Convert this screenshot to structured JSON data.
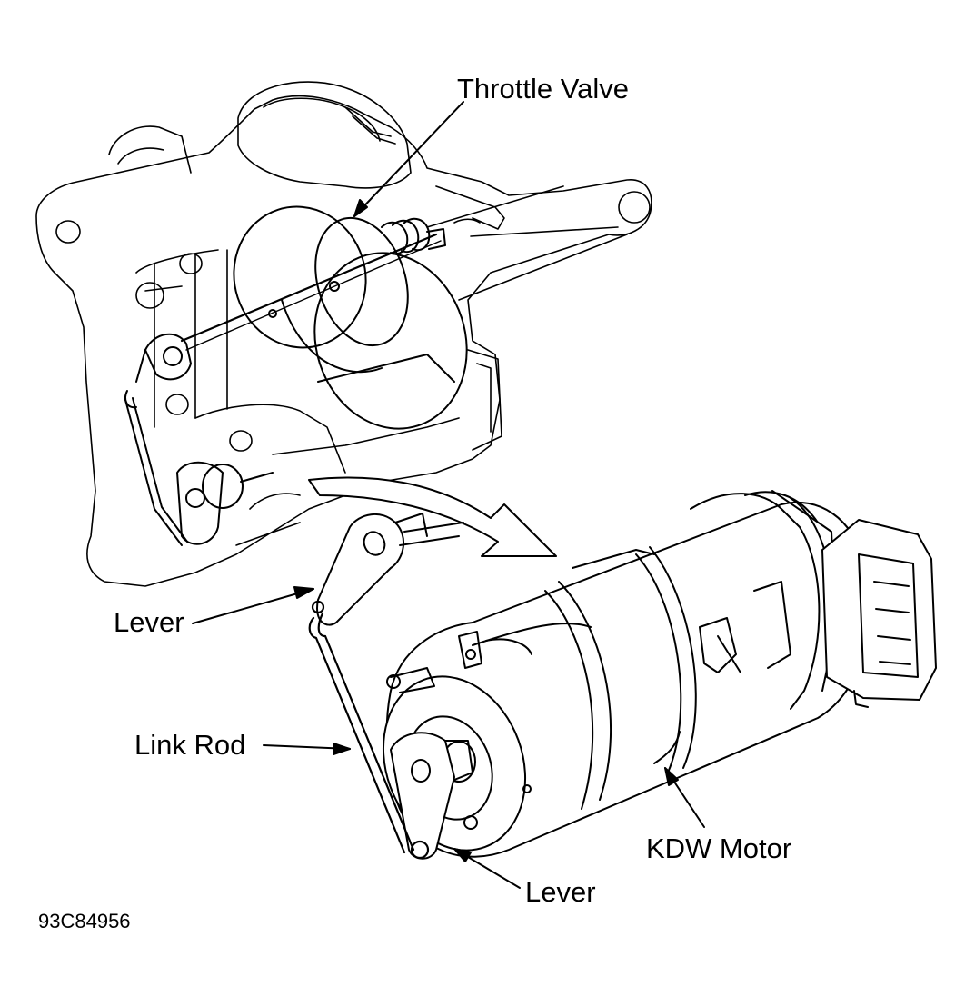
{
  "diagram": {
    "labels": {
      "throttle_valve": "Throttle Valve",
      "lever_top": "Lever",
      "link_rod": "Link Rod",
      "kdw_motor": "KDW Motor",
      "lever_bottom": "Lever"
    },
    "figure_id": "93C84956",
    "colors": {
      "line": "#000000",
      "background": "#ffffff"
    }
  }
}
